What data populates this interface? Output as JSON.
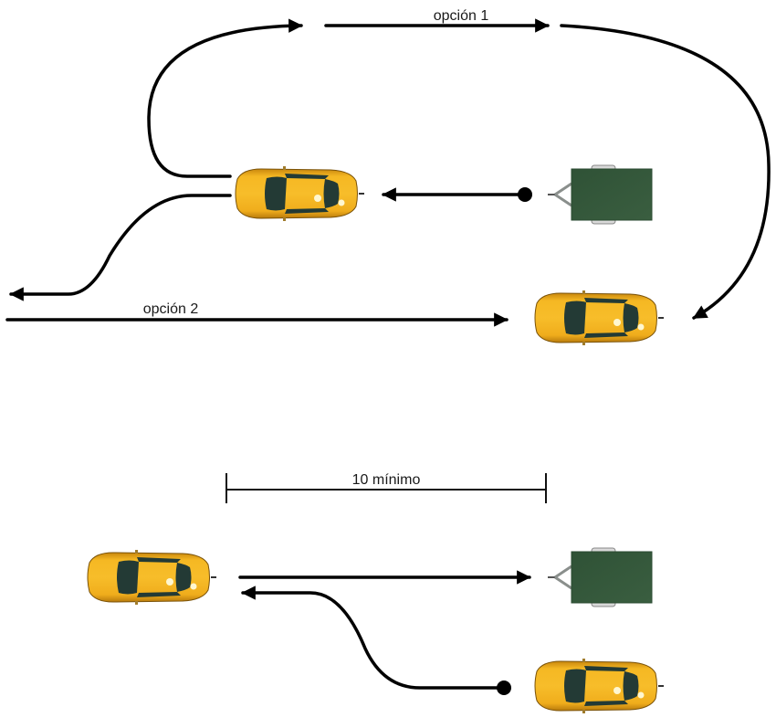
{
  "labels": {
    "option_1": "opción 1",
    "option_2": "opción 2",
    "distance": "10 mínimo"
  },
  "colors": {
    "car_body": "#f2b31e",
    "car_shade": "#c8870e",
    "car_glass": "#233a35",
    "trailer_body": "#33573a",
    "trailer_frame": "#8a8f8c",
    "line": "#000000"
  },
  "scene": {
    "top": {
      "description": "Car starts at trailer, moves back; option 1 loops around to rear of trailer-car, option 2 exits left",
      "cars": [
        "car-start",
        "car-end"
      ],
      "trailer": "trailer-top"
    },
    "bottom": {
      "description": "Car reverses to trailer with minimum distance of 10",
      "cars": [
        "car-waiting",
        "car-bottom-right"
      ],
      "trailer": "trailer-bottom"
    }
  }
}
